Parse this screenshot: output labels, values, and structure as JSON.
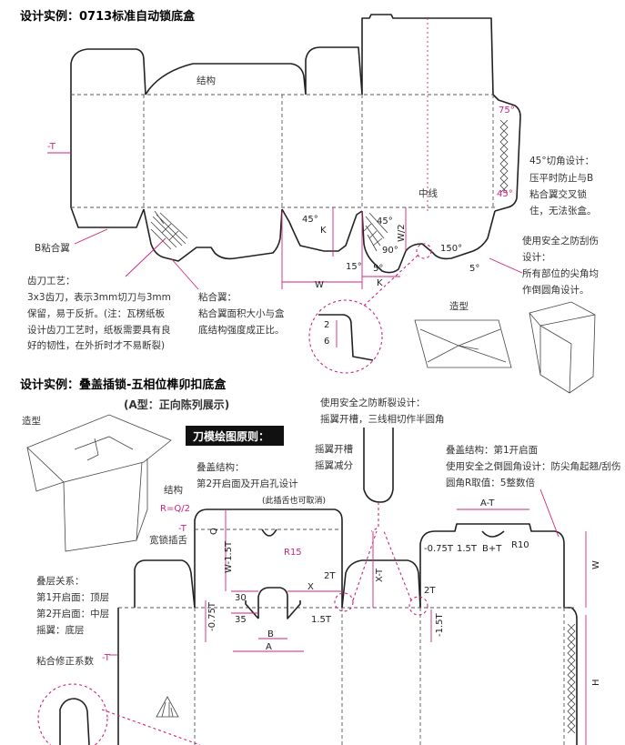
{
  "section1": {
    "title": "设计实例：0713标准自动锁底盒",
    "structure_label": "结构",
    "minus_t": "-T",
    "midline_label": "中线",
    "angle_75": "75°",
    "angle_45_right": "45°",
    "chamfer_note": [
      "45°切角设计：",
      "压平时防止与B",
      "粘合翼交叉锁",
      "住，无法张盒。"
    ],
    "safety_note": [
      "使用安全之防刮伤",
      "设计：",
      "所有部位的尖角均",
      "作倒圆角设计。"
    ],
    "b_glue_label": "B粘合翼",
    "tooth_note": [
      "齿刀工艺：",
      "3x3齿刀，表示3mm切刀与3mm",
      "保留，易于反折。(注：瓦楞纸板",
      "设计齿刀工艺时，纸板需要具有良",
      "好的韧性，在外折时才不易断裂)"
    ],
    "glue_note": [
      "粘合翼：",
      "粘合翼面积大小与盒",
      "底结构强度成正比。"
    ],
    "dims": {
      "k1": "K",
      "k2": "K",
      "w": "W",
      "w2": "W/2",
      "a45a": "45°",
      "a45b": "45°",
      "a15": "15°",
      "a5a": "5°",
      "a5b": "5°",
      "a90": "90°",
      "a150": "150°"
    },
    "zoom_dims": [
      "2",
      "6"
    ],
    "shape_label": "造型"
  },
  "section2": {
    "title": "设计实例：叠盖插锁-五相位榫卯扣底盒",
    "subtitle": "(A型：正向陈列展示)",
    "shape_label": "造型",
    "anti_tear": [
      "使用安全之防断裂设计：",
      "摇翼开槽，三线相切作半圆角"
    ],
    "flap_slot": [
      "摇翼开槽",
      "摇翼减分"
    ],
    "principle_label": "刀模绘图原则：",
    "fold_structure": [
      "叠盖结构：",
      "第2开启面及开启孔设计"
    ],
    "removable_note": "(此插舌也可取消)",
    "structure_label": "结构",
    "r_q2": "R=Q/2",
    "minus_t": "-T",
    "tongue_note": "宽锁插舌",
    "layers_note": [
      "叠层关系：",
      "第1开启面：顶层",
      "第2开启面：中层",
      "摇翼：底层"
    ],
    "glue_fix": "粘合修正系数",
    "glue_fix_t": "-T",
    "right_note": [
      "叠盖结构：第1开启面",
      "使用安全之倒圆角设计：防尖角起翘/刮伤",
      "圆角R取值：5整数倍"
    ],
    "dims": {
      "q": "Q",
      "r15": "R15",
      "w15t": "W-1.5T",
      "minus075t": "-0.75T",
      "n30": "30",
      "n35": "35",
      "b": "B",
      "a": "A",
      "x": "X",
      "t2a": "2T",
      "t2b": "2T",
      "t15": "1.5T",
      "xt": "X-T",
      "minus15t": "-1.5T",
      "at": "A-T",
      "minus075t_r": "-0.75T",
      "t15r": "1.5T",
      "bt": "B+T",
      "r10": "R10",
      "w": "W",
      "h": "H"
    }
  }
}
